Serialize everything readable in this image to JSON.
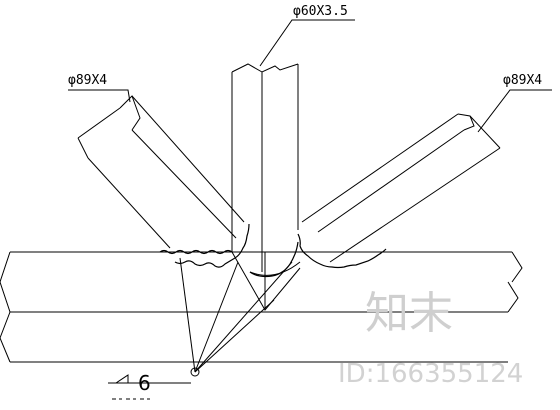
{
  "labels": {
    "top_member": "φ60X3.5",
    "left_member": "φ89X4",
    "right_member": "φ89X4",
    "weld_size": "6"
  },
  "watermark": {
    "site": "知末",
    "id": "ID:166355124"
  },
  "colors": {
    "line": "#000000",
    "watermark": "#cfcfcf"
  }
}
